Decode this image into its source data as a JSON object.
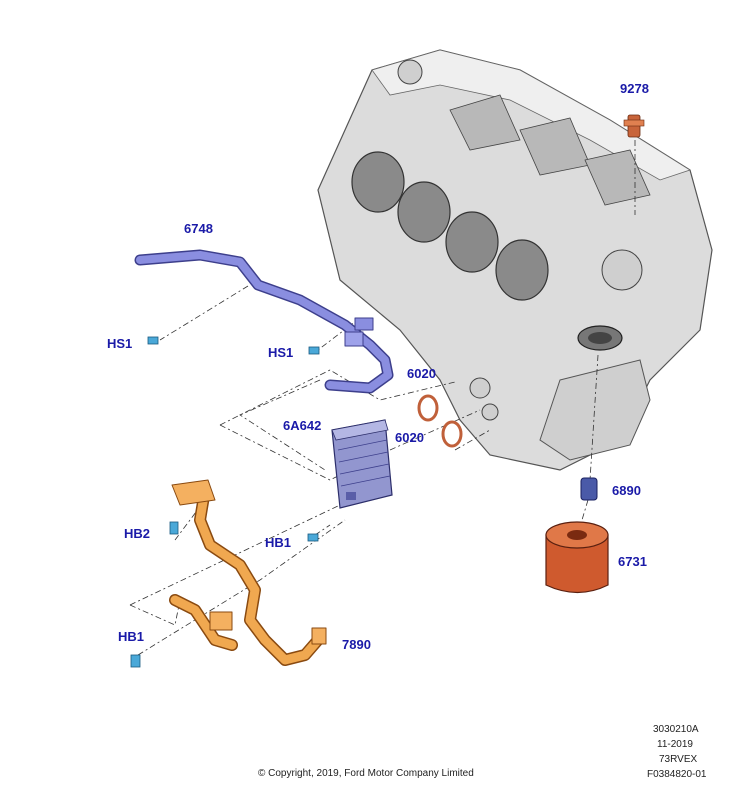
{
  "callouts": {
    "p9278": "9278",
    "p6748": "6748",
    "hs1_a": "HS1",
    "hs1_b": "HS1",
    "p6020_a": "6020",
    "p6020_b": "6020",
    "p6a642": "6A642",
    "p6890": "6890",
    "hb2": "HB2",
    "hb1_a": "HB1",
    "hb1_b": "HB1",
    "p6731": "6731",
    "p7890": "7890"
  },
  "footer": {
    "copyright": "© Copyright, 2019, Ford Motor Company Limited",
    "code1": "3030210A",
    "date": "11-2019",
    "code2": "73RVEX",
    "code3": "F0384820-01"
  },
  "colors": {
    "callout": "#1a1aa8",
    "block": "#d9d9d9",
    "hose_blue": "#7b7fd6",
    "tube_orange": "#e0953a",
    "filter_red": "#c8502a",
    "cooler": "#8b8fc8",
    "fastener": "#4aa8d8"
  },
  "icons": {
    "engine_block": "engine-block-drawing",
    "filter": "oil-filter-drawing",
    "cooler": "oil-cooler-drawing"
  }
}
